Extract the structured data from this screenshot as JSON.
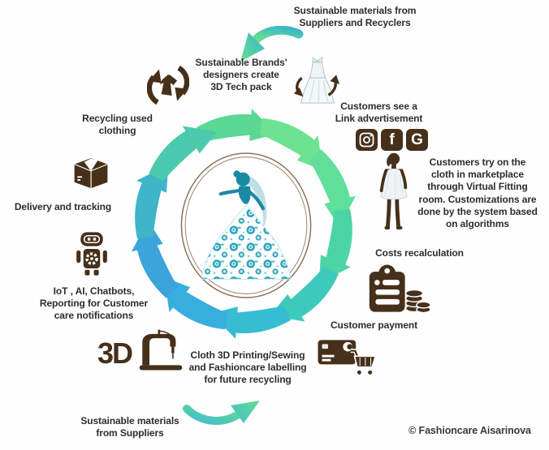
{
  "diagram": {
    "title_motif": "Fashioncare circular fashion lifecycle",
    "copyright": "© Fashioncare Aisarinova",
    "steps": {
      "suppliers_recyclers": "Sustainable materials from\nSuppliers and Recyclers",
      "brands_designers": "Sustainable Brands'\ndesigners create\n3D Tech pack",
      "link_ad": "Customers see a\nLink advertisement",
      "virtual_fitting": "Customers try on the\ncloth in marketplace\nthrough Virtual Fitting\nroom. Customizations are\ndone by the system based\non algorithms",
      "costs": "Costs recalculation",
      "payment": "Customer payment",
      "printing": "Cloth 3D Printing/Sewing\nand Fashioncare labelling\nfor future recycling",
      "suppliers": "Sustainable materials\nfrom Suppliers",
      "iot": "IoT , AI, Chatbots,\nReporting for Customer\ncare notifications",
      "delivery": "Delivery and tracking",
      "recycling_used": "Recycling used\nclothing"
    },
    "labels": {
      "three_d": "3D",
      "facebook_letter": "f",
      "google_letter": "G"
    },
    "palette": {
      "icon_brown": "#46301a",
      "text_dark": "#2d2d2d",
      "ring_stroke": "#8d7558",
      "dress_teal": "#1b89a4",
      "rose_teal": "#2aa4ba",
      "ring_colors": [
        "#5bd795",
        "#6ce392",
        "#60df9b",
        "#4cd4a7",
        "#3ecaba",
        "#36bdd1",
        "#38aede",
        "#3ba4da",
        "#3eb5c8",
        "#4bc9ad"
      ],
      "arrow_gradient": [
        "#38b6c9",
        "#6adf90"
      ]
    }
  }
}
